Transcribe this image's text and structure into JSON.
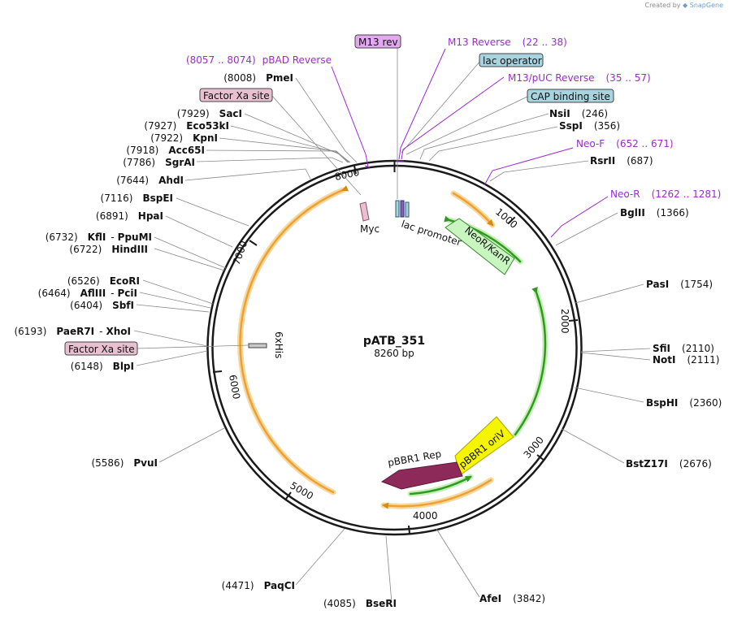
{
  "credit": {
    "prefix": "Created by",
    "brand": "SnapGene"
  },
  "plasmid": {
    "name": "pATB_351",
    "length_label": "8260 bp",
    "length": 8260
  },
  "ticks": [
    "1000",
    "2000",
    "3000",
    "4000",
    "5000",
    "6000",
    "7000",
    "8000"
  ],
  "sites_right": [
    {
      "name": "NsiI",
      "pos": "(246)"
    },
    {
      "name": "SspI",
      "pos": "(356)"
    },
    {
      "name": "RsrII",
      "pos": "(687)"
    },
    {
      "name": "BglII",
      "pos": "(1366)"
    },
    {
      "name": "PasI",
      "pos": "(1754)"
    },
    {
      "name": "SfiI",
      "pos": "(2110)"
    },
    {
      "name": "NotI",
      "pos": "(2111)"
    },
    {
      "name": "BspHI",
      "pos": "(2360)"
    },
    {
      "name": "BstZ17I",
      "pos": "(2676)"
    },
    {
      "name": "AfeI",
      "pos": "(3842)"
    }
  ],
  "sites_left": [
    {
      "name": "PmeI",
      "pos": "(8008)"
    },
    {
      "name": "SacI",
      "pos": "(7929)"
    },
    {
      "name": "Eco53kI",
      "pos": "(7927)"
    },
    {
      "name": "KpnI",
      "pos": "(7922)"
    },
    {
      "name": "Acc65I",
      "pos": "(7918)"
    },
    {
      "name": "SgrAI",
      "pos": "(7786)"
    },
    {
      "name": "AhdI",
      "pos": "(7644)"
    },
    {
      "name": "BspEI",
      "pos": "(7116)"
    },
    {
      "name": "HpaI",
      "pos": "(6891)"
    },
    {
      "name": "KflI",
      "pos": "(6732)",
      "name2": "PpuMI"
    },
    {
      "name": "HindIII",
      "pos": "(6722)"
    },
    {
      "name": "EcoRI",
      "pos": "(6526)"
    },
    {
      "name": "AflIII",
      "pos": "(6464)",
      "name2": "PciI"
    },
    {
      "name": "SbfI",
      "pos": "(6404)"
    },
    {
      "name": "PaeR7I",
      "pos": "(6193)",
      "name2": "XhoI"
    },
    {
      "name": "BlpI",
      "pos": "(6148)"
    },
    {
      "name": "PvuI",
      "pos": "(5586)"
    },
    {
      "name": "PaqCI",
      "pos": "(4471)"
    },
    {
      "name": "BseRI",
      "pos": "(4085)"
    }
  ],
  "primers": [
    {
      "name": "M13 Reverse",
      "range": "(22 .. 38)"
    },
    {
      "name": "M13/pUC Reverse",
      "range": "(35 .. 57)"
    },
    {
      "name": "Neo-F",
      "range": "(652 .. 671)"
    },
    {
      "name": "Neo-R",
      "range": "(1262 .. 1281)"
    },
    {
      "name": "pBAD Reverse",
      "range": "(8057 .. 8074)"
    }
  ],
  "boxed_labels": {
    "m13_rev": "M13 rev",
    "lac_operator": "lac operator",
    "cap_site": "CAP binding site",
    "factor_xa_top": "Factor Xa site",
    "factor_xa_left": "Factor Xa site"
  },
  "features": {
    "myc": "Myc",
    "lac_promoter": "lac promoter",
    "neor": "NeoR/KanR",
    "pbbr1_oriv": "pBBR1 oriV",
    "pbbr1_rep": "pBBR1 Rep",
    "his": "6xHis"
  },
  "colors": {
    "backbone": "#1a1a1a",
    "primer": "#9b2bd0",
    "orange_feature": "#f0a030",
    "green_feature": "#2e9a1e",
    "neor_fill": "#c8f5c0",
    "oriv_fill": "#f5f500",
    "rep_fill": "#8e2a5a",
    "regulatory_fill": "#a8d4e0",
    "factor_xa_fill": "#e8c0d0",
    "m13_fill": "#e2a8f0"
  }
}
